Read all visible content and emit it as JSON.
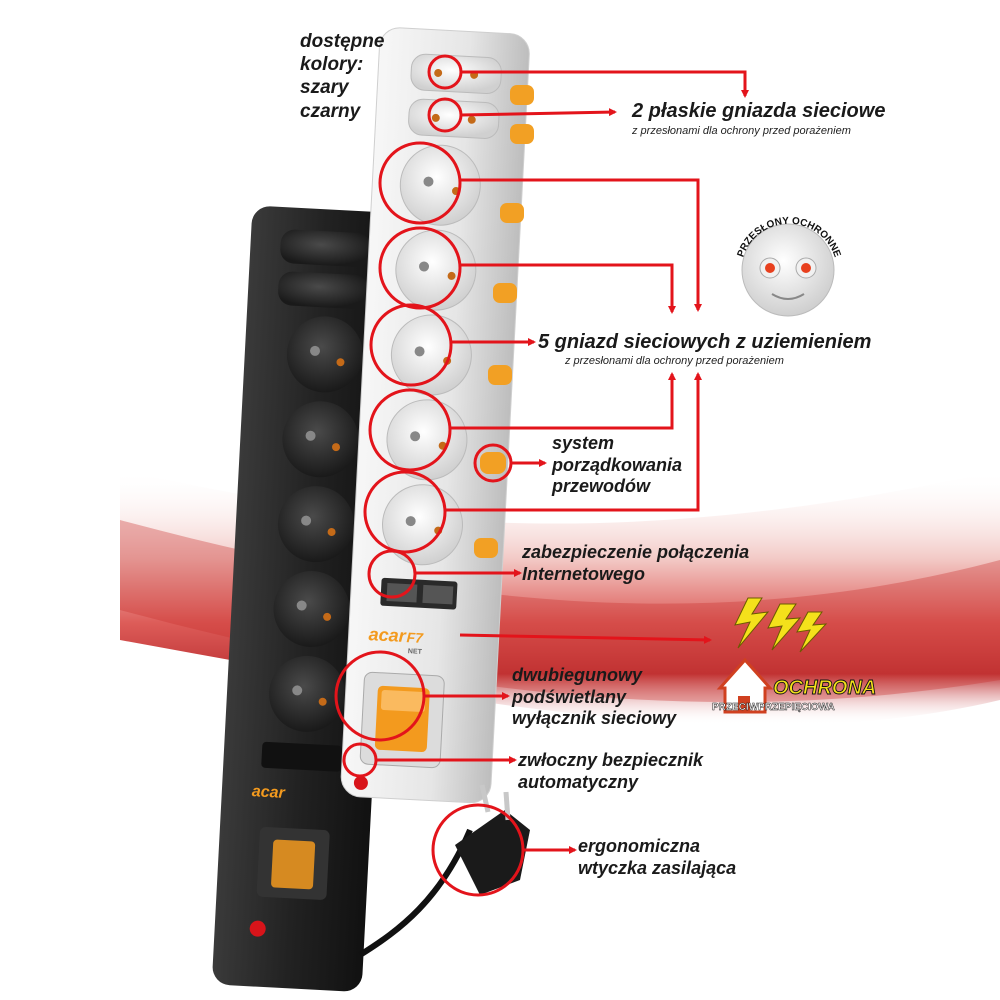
{
  "colors_label": {
    "line1": "dostępne",
    "line2": "kolory:",
    "line3": "szary",
    "line4": "czarny"
  },
  "flat_sockets": {
    "title": "2 płaskie gniazda sieciowe",
    "subtitle": "z przesłonami dla ochrony przed porażeniem"
  },
  "grounded_sockets": {
    "title": "5 gniazd sieciowych z uziemieniem",
    "subtitle": "z przesłonami dla ochrony przed porażeniem"
  },
  "shutters_badge": {
    "text": "PRZESŁONY OCHRONNE"
  },
  "cable_system": {
    "line1": "system",
    "line2": "porządkowania",
    "line3": "przewodów"
  },
  "internet_protection": {
    "line1": "zabezpieczenie połączenia",
    "line2": "Internetowego"
  },
  "surge_badge": {
    "line1": "OCHRONA",
    "line2": "PRZECIWPRZEPIĘCIOWA"
  },
  "switch": {
    "line1": "dwubiegunowy",
    "line2": "podświetlany",
    "line3": "wyłącznik sieciowy"
  },
  "fuse": {
    "line1": "zwłoczny bezpiecznik",
    "line2": "automatyczny"
  },
  "plug": {
    "line1": "ergonomiczna",
    "line2": "wtyczka zasilająca"
  },
  "product_logo": {
    "brand": "acar",
    "model": "F7",
    "suffix": "NET"
  },
  "accent_colors": {
    "callout": "#e3141b",
    "clip": "#f2a024",
    "switch": "#f39a1e"
  }
}
